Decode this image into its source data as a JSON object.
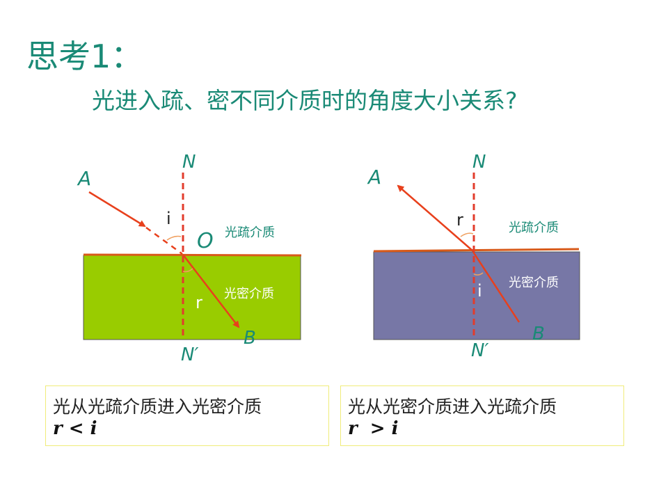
{
  "title": "思考1：",
  "subtitle": "光进入疏、密不同介质时的角度大小关系?",
  "left_diagram": {
    "label_A": "A",
    "label_B": "B",
    "label_N": "N",
    "label_N_prime": "N′",
    "label_O": "O",
    "label_i": "i",
    "label_r": "r",
    "upper_medium": "光疏介质",
    "lower_medium": "光密介质",
    "medium_color": "#99cc00"
  },
  "right_diagram": {
    "label_A": "A",
    "label_B": "B",
    "label_N": "N",
    "label_N_prime": "N′",
    "label_i": "i",
    "label_r": "r",
    "upper_medium": "光疏介质",
    "lower_medium": "光密介质",
    "medium_color": "#7777a6"
  },
  "left_box": {
    "text": "光从光疏介质进入光密介质",
    "relation": "r < i"
  },
  "right_box": {
    "text": "光从光密介质进入光疏介质",
    "relation": "r  > i"
  },
  "colors": {
    "title": "#1a8a76",
    "ray": "#e8401c",
    "normal": "#e23c2c",
    "letter_labels": "#1a8a76",
    "box_border": "#f0ec7a"
  }
}
